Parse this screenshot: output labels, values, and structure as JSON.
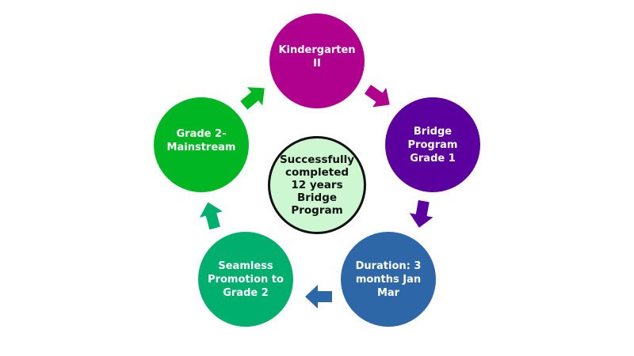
{
  "diagram": {
    "center": {
      "label": "Successfully completed 12 years Bridge Program",
      "color": "#cdf7d0"
    },
    "nodes": [
      {
        "label": "Kindergarten II",
        "color": "#b0008e"
      },
      {
        "label": "Bridge Program Grade 1",
        "color": "#5b009f"
      },
      {
        "label": "Duration: 3 months Jan Mar",
        "color": "#2e67a8"
      },
      {
        "label": "Seamless Promotion to Grade 2",
        "color": "#00ae6e"
      },
      {
        "label": "Grade 2- Mainstream",
        "color": "#00b623"
      }
    ]
  }
}
